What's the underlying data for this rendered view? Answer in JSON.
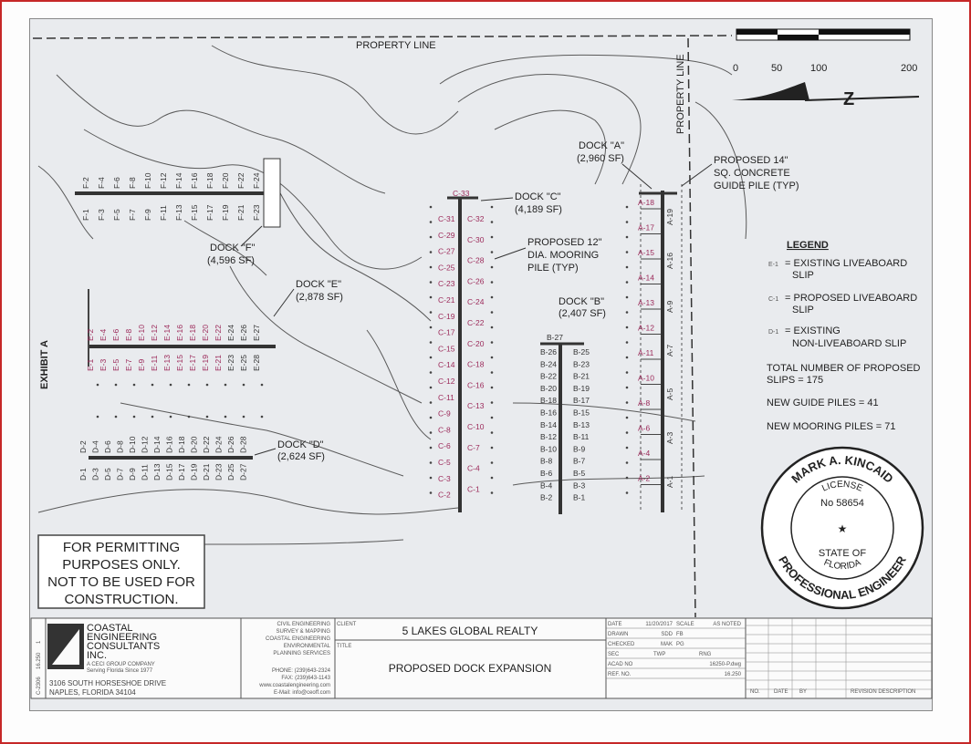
{
  "drawing": {
    "property_line_top": "PROPERTY LINE",
    "property_line_right": "PROPERTY LINE",
    "exhibit": "EXHIBIT A",
    "north_label": "Z",
    "scale_ticks": [
      "0",
      "50",
      "100",
      "200"
    ]
  },
  "docks": {
    "A": {
      "name": "DOCK \"A\"",
      "area": "(2,960 SF)",
      "slips_right": [
        "A-19",
        "A-16",
        "A-9",
        "A-7",
        "A-5",
        "A-3",
        "A-1"
      ],
      "slips_left": [
        "A-18",
        "A-17",
        "A-15",
        "A-14",
        "A-13",
        "A-12",
        "A-11",
        "A-10",
        "A-8",
        "A-6",
        "A-4",
        "A-2"
      ]
    },
    "B": {
      "name": "DOCK \"B\"",
      "area": "(2,407 SF)",
      "top": "B-27",
      "slips_left": [
        "B-26",
        "B-24",
        "B-22",
        "B-20",
        "B-18",
        "B-16",
        "B-14",
        "B-12",
        "B-10",
        "B-8",
        "B-6",
        "B-4",
        "B-2"
      ],
      "slips_right": [
        "B-25",
        "B-23",
        "B-21",
        "B-19",
        "B-17",
        "B-15",
        "B-13",
        "B-11",
        "B-9",
        "B-7",
        "B-5",
        "B-3",
        "B-1"
      ]
    },
    "C": {
      "name": "DOCK \"C\"",
      "area": "(4,189 SF)",
      "top": "C-33",
      "slips_left": [
        "C-31",
        "C-29",
        "C-27",
        "C-25",
        "C-23",
        "C-21",
        "C-19",
        "C-17",
        "C-15",
        "C-14",
        "C-12",
        "C-11",
        "C-9",
        "C-8",
        "C-6",
        "C-5",
        "C-3",
        "C-2"
      ],
      "slips_right": [
        "C-32",
        "C-30",
        "C-28",
        "C-26",
        "C-24",
        "C-22",
        "C-20",
        "C-18",
        "C-16",
        "C-13",
        "C-10",
        "C-7",
        "C-4",
        "C-1"
      ]
    },
    "D": {
      "name": "DOCK \"D\"",
      "area": "(2,624 SF)",
      "slips_top": [
        "D-2",
        "D-4",
        "D-6",
        "D-8",
        "D-10",
        "D-12",
        "D-14",
        "D-16",
        "D-18",
        "D-20",
        "D-22",
        "D-24",
        "D-26",
        "D-28"
      ],
      "slips_bottom": [
        "D-1",
        "D-3",
        "D-5",
        "D-7",
        "D-9",
        "D-11",
        "D-13",
        "D-15",
        "D-17",
        "D-19",
        "D-21",
        "D-23",
        "D-25",
        "D-27"
      ]
    },
    "E": {
      "name": "DOCK \"E\"",
      "area": "(2,878 SF)",
      "slips_top": [
        "E-2",
        "E-4",
        "E-6",
        "E-8",
        "E-10",
        "E-12",
        "E-14",
        "E-16",
        "E-18",
        "E-20",
        "E-22",
        "E-24",
        "E-26",
        "E-27"
      ],
      "slips_bottom": [
        "E-1",
        "E-3",
        "E-5",
        "E-7",
        "E-9",
        "E-11",
        "E-13",
        "E-15",
        "E-17",
        "E-19",
        "E-21",
        "E-23",
        "E-25",
        "E-28"
      ]
    },
    "F": {
      "name": "DOCK \"F\"",
      "area": "(4,596 SF)",
      "slips_top": [
        "F-2",
        "F-4",
        "F-6",
        "F-8",
        "F-10",
        "F-12",
        "F-14",
        "F-16",
        "F-18",
        "F-20",
        "F-22",
        "F-24"
      ],
      "slips_bottom": [
        "F-1",
        "F-3",
        "F-5",
        "F-7",
        "F-9",
        "F-11",
        "F-13",
        "F-15",
        "F-17",
        "F-19",
        "F-21",
        "F-23"
      ]
    }
  },
  "callouts": {
    "guide_pile": [
      "PROPOSED 14\"",
      "SQ. CONCRETE",
      "GUIDE PILE (TYP)"
    ],
    "mooring_pile": [
      "PROPOSED 12\"",
      "DIA. MOORING",
      "PILE (TYP)"
    ]
  },
  "legend": {
    "title": "LEGEND",
    "items": [
      {
        "sym": "E-1",
        "text": [
          "= EXISTING LIVEABOARD",
          "SLIP"
        ]
      },
      {
        "sym": "C-1",
        "text": [
          "= PROPOSED LIVEABOARD",
          "SLIP"
        ]
      },
      {
        "sym": "D-1",
        "text": [
          "= EXISTING",
          "NON-LIVEABOARD SLIP"
        ]
      }
    ],
    "totals": [
      "TOTAL NUMBER OF PROPOSED",
      "SLIPS = 175"
    ],
    "guide_piles": "NEW GUIDE PILES = 41",
    "mooring_piles": "NEW MOORING PILES = 71"
  },
  "seal": {
    "name": "MARK A. KINCAID",
    "license": "LICENSE",
    "number": "No 58654",
    "state_of": "STATE OF",
    "state": "FLORIDA",
    "profession": "PROFESSIONAL ENGINEER"
  },
  "permit_note": [
    "FOR PERMITTING",
    "PURPOSES ONLY.",
    "NOT TO BE USED FOR",
    "CONSTRUCTION."
  ],
  "title_block": {
    "firm": [
      "COASTAL",
      "ENGINEERING",
      "CONSULTANTS",
      "INC."
    ],
    "firm_tagline": [
      "A CECI GROUP COMPANY",
      "Serving Florida Since 1977"
    ],
    "address": [
      "3106 SOUTH HORSESHOE DRIVE",
      "NAPLES, FLORIDA 34104"
    ],
    "services": [
      "CIVIL ENGINEERING",
      "SURVEY & MAPPING",
      "COASTAL ENGINEERING",
      "ENVIRONMENTAL",
      "PLANNING SERVICES"
    ],
    "contact": [
      "PHONE: (239)643-2324",
      "FAX: (239)643-1143",
      "www.coastalengineering.com",
      "E-Mail: info@ceoff.com"
    ],
    "client_label": "CLIENT",
    "client": "5 LAKES GLOBAL REALTY",
    "title_label": "TITLE",
    "title": "PROPOSED DOCK EXPANSION",
    "fields": [
      {
        "k": "DATE",
        "v": "11/20/2017"
      },
      {
        "k": "SCALE",
        "v": "AS NOTED"
      },
      {
        "k": "DRAWN",
        "v": "SDD"
      },
      {
        "k": "FB",
        "v": ""
      },
      {
        "k": "CHECKED",
        "v": "MAK"
      },
      {
        "k": "PG",
        "v": ""
      },
      {
        "k": "SEC",
        "v": ""
      },
      {
        "k": "TWP",
        "v": ""
      },
      {
        "k": "RNG",
        "v": ""
      },
      {
        "k": "ACAD NO",
        "v": "16250-P.dwg"
      },
      {
        "k": "REF. NO.",
        "v": "16.250"
      }
    ],
    "revision_headers": [
      "NO.",
      "DATE",
      "BY",
      "REVISION DESCRIPTION"
    ],
    "sheet_side": [
      "C-2306",
      "16.250",
      "1"
    ]
  },
  "colors": {
    "frame": "#c62828",
    "sheet": "#e9ebee",
    "proposed": "#9c2a5a",
    "dock": "#333333"
  }
}
